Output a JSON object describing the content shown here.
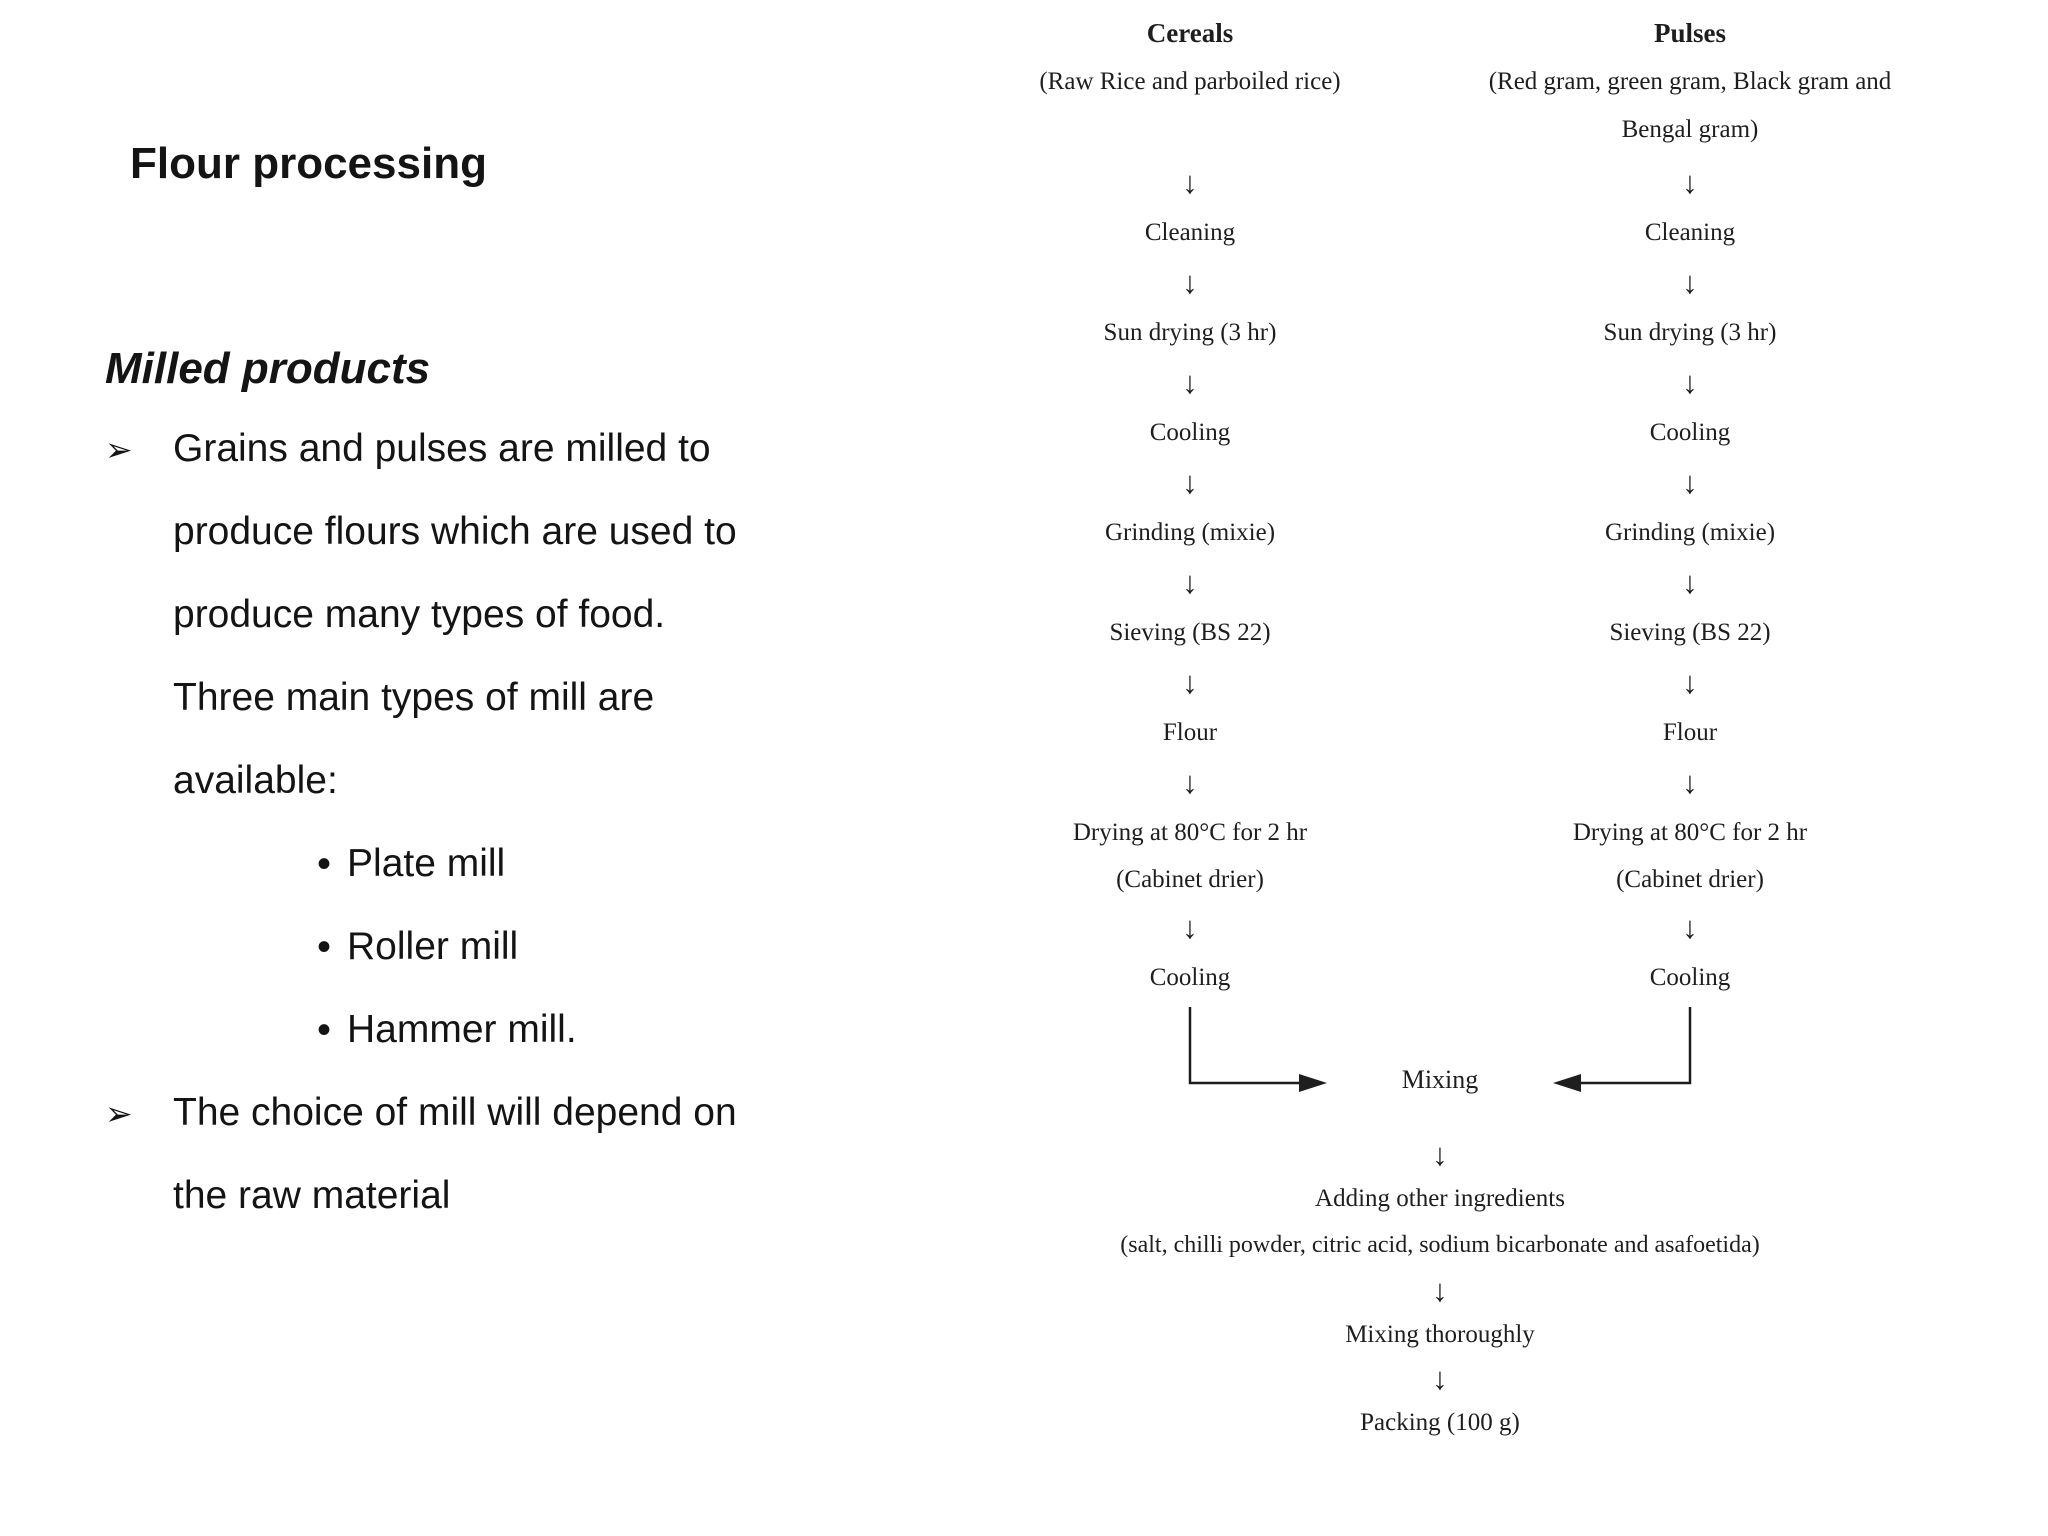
{
  "colors": {
    "background": "#ffffff",
    "text": "#141414"
  },
  "left_panel": {
    "title": "Flour processing",
    "heading": "Milled products",
    "bullet_marker": "➢",
    "sub_bullet_marker": "•",
    "bullet1": {
      "lines": [
        "Grains and pulses are milled to",
        "produce flours which are used to",
        "produce many types of food.",
        "Three main types of mill are",
        "available:"
      ]
    },
    "sub_bullets": [
      "Plate mill",
      "Roller mill",
      "Hammer mill."
    ],
    "bullet2": {
      "lines": [
        "The choice of mill will depend on",
        "the raw material"
      ]
    }
  },
  "flowchart": {
    "arrow_glyph": "↓",
    "columns": [
      {
        "header": "Cereals",
        "subtitle_lines": [
          "(Raw Rice and parboiled rice)"
        ],
        "nodes": [
          {
            "lines": [
              "Cleaning"
            ]
          },
          {
            "lines": [
              "Sun drying (3 hr)"
            ]
          },
          {
            "lines": [
              "Cooling"
            ]
          },
          {
            "lines": [
              "Grinding (mixie)"
            ]
          },
          {
            "lines": [
              "Sieving (BS 22)"
            ]
          },
          {
            "lines": [
              "Flour"
            ]
          },
          {
            "lines": [
              "Drying at 80°C for 2 hr",
              "(Cabinet drier)"
            ]
          },
          {
            "lines": [
              "Cooling"
            ]
          }
        ]
      },
      {
        "header": "Pulses",
        "subtitle_lines": [
          "(Red gram, green gram, Black gram and",
          "Bengal gram)"
        ],
        "nodes": [
          {
            "lines": [
              "Cleaning"
            ]
          },
          {
            "lines": [
              "Sun drying (3 hr)"
            ]
          },
          {
            "lines": [
              "Cooling"
            ]
          },
          {
            "lines": [
              "Grinding (mixie)"
            ]
          },
          {
            "lines": [
              "Sieving (BS 22)"
            ]
          },
          {
            "lines": [
              "Flour"
            ]
          },
          {
            "lines": [
              "Drying at 80°C for 2 hr",
              "(Cabinet drier)"
            ]
          },
          {
            "lines": [
              "Cooling"
            ]
          }
        ]
      }
    ],
    "merge_label": "Mixing",
    "post_merge": {
      "adding_lines": [
        "Adding other ingredients",
        "(salt, chilli powder, citric acid, sodium bicarbonate and asafoetida)"
      ],
      "mixing_thoroughly": "Mixing thoroughly",
      "packing": "Packing (100 g)"
    }
  }
}
